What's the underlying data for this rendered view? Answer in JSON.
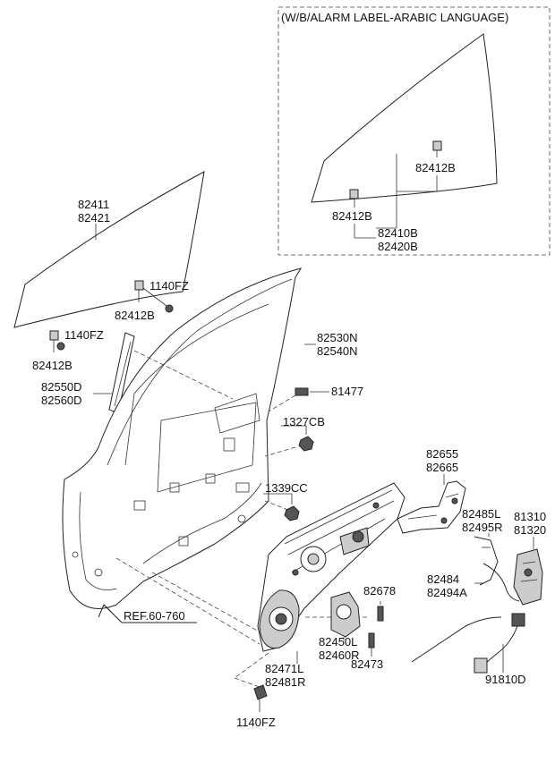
{
  "inset": {
    "title": "(W/B/ALARM LABEL-ARABIC LANGUAGE)"
  },
  "labels": {
    "inset_clip_right": "82412B",
    "inset_clip_left": "82412B",
    "inset_glass_1": "82410B",
    "inset_glass_2": "82420B",
    "glass_1": "82411",
    "glass_2": "82421",
    "bolt_upper": "1140FZ",
    "clip_upper": "82412B",
    "bolt_lower": "1140FZ",
    "clip_lower": "82412B",
    "channel_1": "82550D",
    "channel_2": "82560D",
    "weatherstrip_1": "82530N",
    "weatherstrip_2": "82540N",
    "bolt_81477": "81477",
    "nut_1327": "1327CB",
    "nut_1339": "1339CC",
    "handle_1": "82655",
    "handle_2": "82665",
    "rod_1": "82485L",
    "rod_2": "82495R",
    "latch_1": "81310",
    "latch_2": "81320",
    "cable_1": "82484",
    "cable_2": "82494A",
    "bolt_82678": "82678",
    "motor_1": "82450L",
    "motor_2": "82460R",
    "bolt_82473": "82473",
    "regulator_1": "82471L",
    "regulator_2": "82481R",
    "wiring": "91810D",
    "bolt_bottom": "1140FZ",
    "ref": "REF.60-760"
  }
}
